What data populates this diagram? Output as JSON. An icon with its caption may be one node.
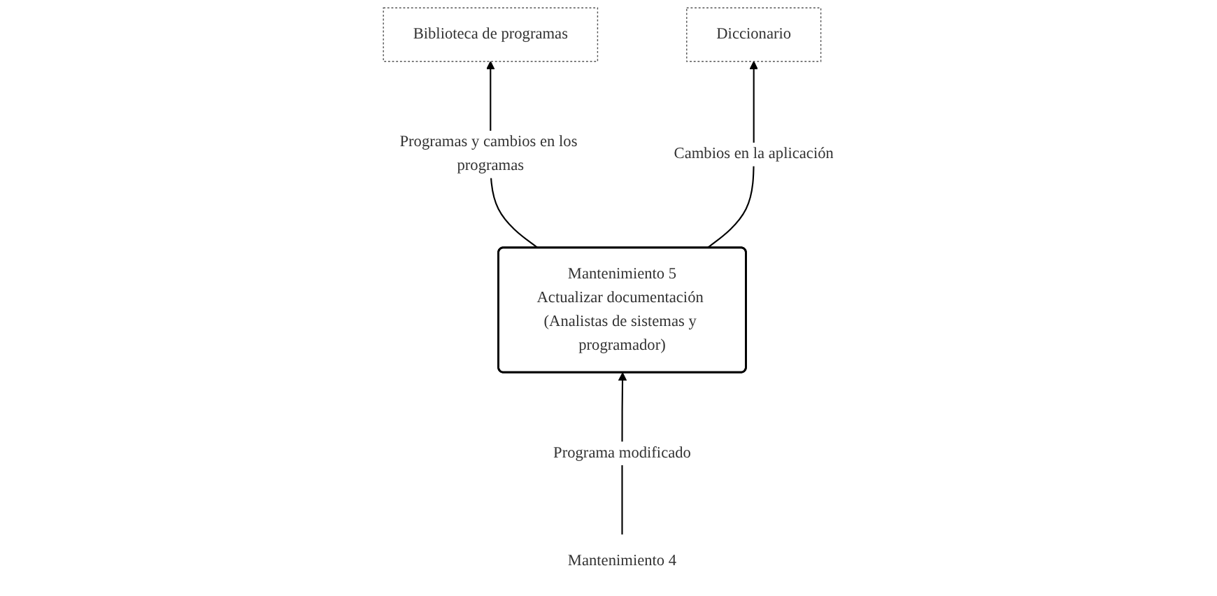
{
  "diagram": {
    "nodes": [
      {
        "text": [
          "Biblioteca de programas"
        ]
      },
      {
        "text": [
          "Diccionario"
        ]
      },
      {
        "text": [
          "Mantenimiento 5",
          "Actualizar documentación (Analistas de sistemas y programador)"
        ]
      },
      {
        "text": [
          "Mantenimiento 4"
        ]
      }
    ],
    "edges": [
      {
        "from": 2,
        "to": 0,
        "arrow": "to",
        "label": "Programas y cambios en los programas"
      },
      {
        "from": 2,
        "to": 1,
        "arrow": "to",
        "label": "Cambios en la aplicación"
      },
      {
        "from": 3,
        "to": 2,
        "arrow": "to",
        "label": "Programa modificado"
      }
    ]
  }
}
